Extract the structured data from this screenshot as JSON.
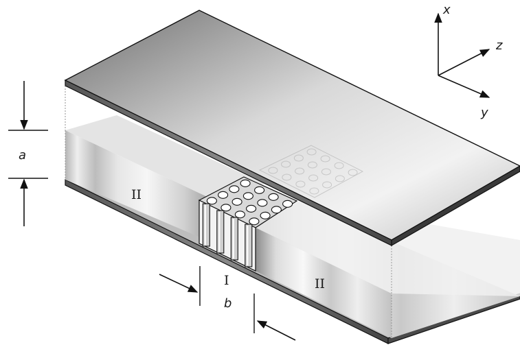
{
  "axes": {
    "x": "x",
    "y": "y",
    "z": "z"
  },
  "dimensions": {
    "height": "a",
    "width": "b"
  },
  "regions": {
    "core": "I",
    "cladding_left": "II",
    "cladding_right": "II"
  },
  "colors": {
    "outline": "#111111",
    "plate_edge": "#3a3a3a",
    "shade_dark": "#8a8a8a",
    "shade_light": "#f4f4f4"
  },
  "lattice": {
    "rows": 4,
    "cols": 4
  }
}
